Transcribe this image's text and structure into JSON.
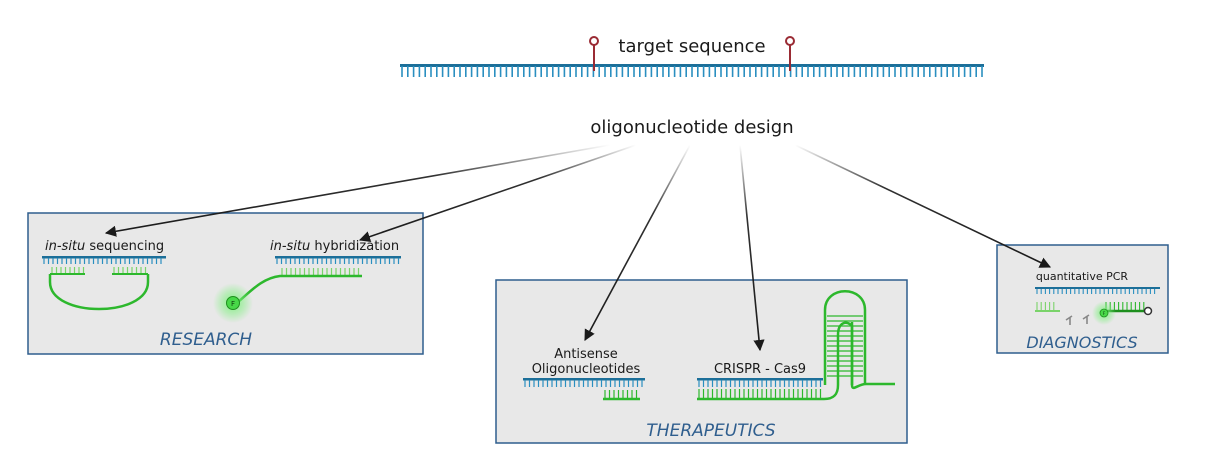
{
  "colors": {
    "strand": "#2a8fc0",
    "strand_dark": "#1c6f99",
    "oligo": "#2db82d",
    "oligo_light": "#7ad36a",
    "arrow": "#1a1a1a",
    "panel_fill": "#e8e8e8",
    "panel_border": "#2f5e8e",
    "category_text": "#2f5e8e",
    "pin": "#9a2b34",
    "fluor_glow": "#7cf07c"
  },
  "icons": [
    "pin-marker-icon",
    "fluorophore-icon",
    "quencher-icon",
    "blocker-icon"
  ],
  "top": {
    "target_label": "target sequence",
    "design_label": "oligonucleotide design"
  },
  "research": {
    "category": "RESEARCH",
    "seq_italic": "in-situ",
    "seq_rest": " sequencing",
    "hyb_italic": "in-situ",
    "hyb_rest": " hybridization",
    "fluor_letter": "F"
  },
  "therapeutics": {
    "category": "THERAPEUTICS",
    "aso_line1": "Antisense",
    "aso_line2": "Oligonucleotides",
    "crispr_label": "CRISPR - Cas9"
  },
  "diagnostics": {
    "category": "DIAGNOSTICS",
    "qpcr_label": "quantitative PCR",
    "fluor_letter": "F"
  }
}
